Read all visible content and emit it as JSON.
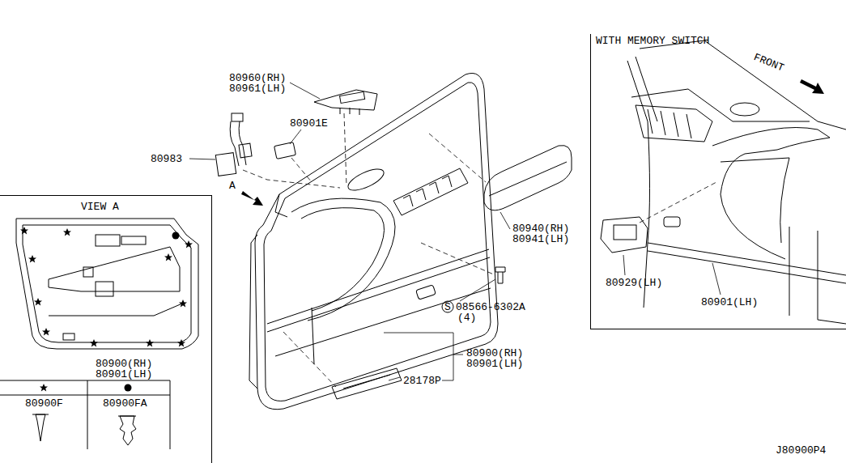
{
  "diagram": {
    "nodes": [
      {
        "text": [
          "VIEW A",
          "80900(RH) 80901(LH)"
        ]
      },
      {
        "text": [
          "WITH MEMORY SWITCH"
        ]
      }
    ],
    "labels": [
      "80960(RH)",
      "80961(LH)",
      "80983",
      "80901E",
      "A",
      "80940(RH)",
      "80941(LH)",
      "S",
      "08566-6302A",
      "(4)",
      "80900(RH)",
      "80901(LH)",
      "28178P",
      "FRONT",
      "80929(LH)",
      "80901(LH)",
      "J80900P4"
    ],
    "legend": [
      {
        "text": "80900F"
      },
      {
        "text": "80900FA"
      }
    ]
  }
}
